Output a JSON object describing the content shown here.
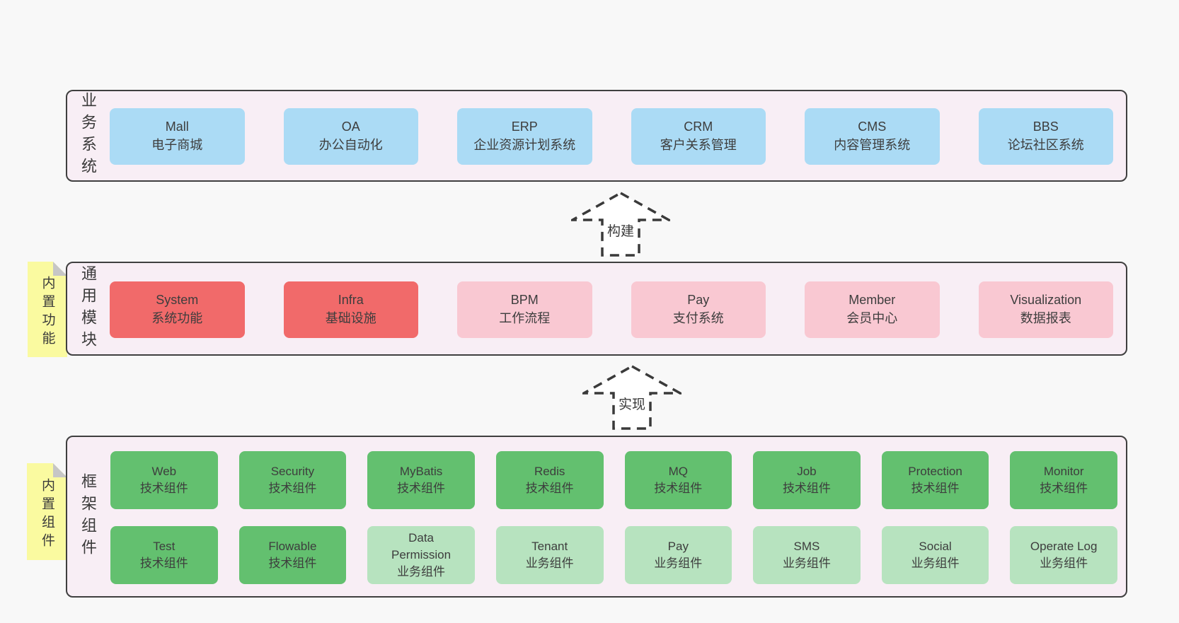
{
  "colors": {
    "page_background": "#f8f8f8",
    "layer_background": "#f8eef5",
    "layer_border": "#3f3f3f",
    "box_blue": "#abdbf5",
    "box_red": "#f16a6a",
    "box_pink": "#f9c8d2",
    "box_green_dark": "#63c06f",
    "box_green_light": "#b7e3bf",
    "sticky_note_yellow": "#fafaa0",
    "text": "#3d3d3d"
  },
  "arrows": {
    "build": "构建",
    "implement": "实现"
  },
  "layers": {
    "business": {
      "label": "业务系统",
      "boxes": [
        {
          "en": "Mall",
          "zh": "电子商城"
        },
        {
          "en": "OA",
          "zh": "办公自动化"
        },
        {
          "en": "ERP",
          "zh": "企业资源计划系统"
        },
        {
          "en": "CRM",
          "zh": "客户关系管理"
        },
        {
          "en": "CMS",
          "zh": "内容管理系统"
        },
        {
          "en": "BBS",
          "zh": "论坛社区系统"
        }
      ]
    },
    "modules": {
      "label": "通用模块",
      "note": "内置功能",
      "boxes": [
        {
          "en": "System",
          "zh": "系统功能"
        },
        {
          "en": "Infra",
          "zh": "基础设施"
        },
        {
          "en": "BPM",
          "zh": "工作流程"
        },
        {
          "en": "Pay",
          "zh": "支付系统"
        },
        {
          "en": "Member",
          "zh": "会员中心"
        },
        {
          "en": "Visualization",
          "zh": "数据报表"
        }
      ]
    },
    "components": {
      "label": "框架组件",
      "note": "内置组件",
      "row1": [
        {
          "en": "Web",
          "zh": "技术组件"
        },
        {
          "en": "Security",
          "zh": "技术组件"
        },
        {
          "en": "MyBatis",
          "zh": "技术组件"
        },
        {
          "en": "Redis",
          "zh": "技术组件"
        },
        {
          "en": "MQ",
          "zh": "技术组件"
        },
        {
          "en": "Job",
          "zh": "技术组件"
        },
        {
          "en": "Protection",
          "zh": "技术组件"
        },
        {
          "en": "Monitor",
          "zh": "技术组件"
        }
      ],
      "row2": [
        {
          "en": "Test",
          "zh": "技术组件"
        },
        {
          "en": "Flowable",
          "zh": "技术组件"
        },
        {
          "en": "Data Permission",
          "zh": "业务组件"
        },
        {
          "en": "Tenant",
          "zh": "业务组件"
        },
        {
          "en": "Pay",
          "zh": "业务组件"
        },
        {
          "en": "SMS",
          "zh": "业务组件"
        },
        {
          "en": "Social",
          "zh": "业务组件"
        },
        {
          "en": "Operate Log",
          "zh": "业务组件"
        }
      ]
    }
  }
}
